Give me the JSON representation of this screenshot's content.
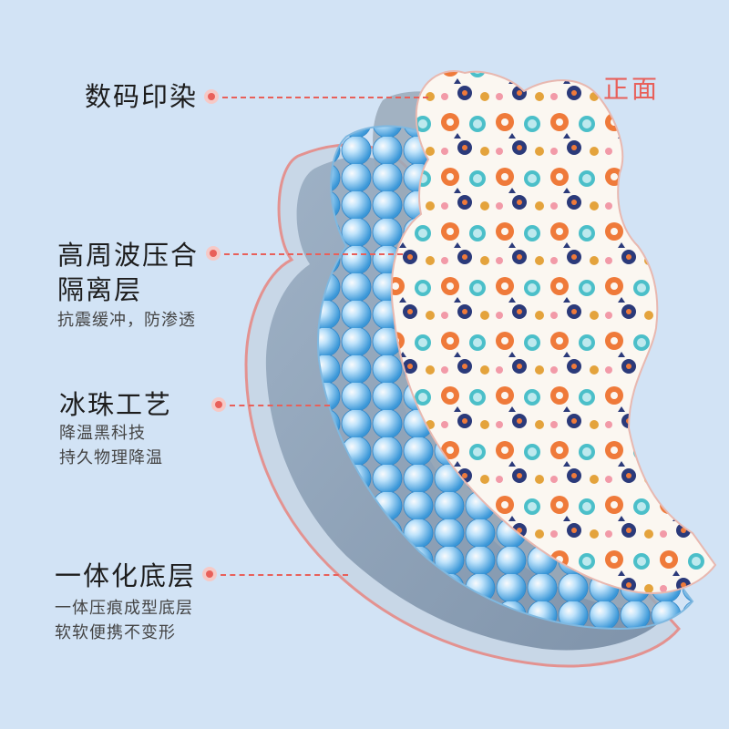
{
  "front_label": "正面",
  "layers": [
    {
      "title": "数码印染",
      "subtitle": []
    },
    {
      "title": "高周波压合",
      "title_line2": "隔离层",
      "subtitle": [
        "抗震缓冲，防渗透"
      ]
    },
    {
      "title": "冰珠工艺",
      "subtitle": [
        "降温黑科技",
        "持久物理降温"
      ]
    },
    {
      "title": "一体化底层",
      "subtitle": [
        "一体压痕成型底层",
        "软软便携不变形"
      ]
    }
  ],
  "colors": {
    "background": "#d2e3f5",
    "accent": "#e8605a",
    "base_layer": "#8aa0b8",
    "gel_beads": "#5fb3ea",
    "print_orange": "#ef7a3a",
    "print_navy": "#2b3a7a",
    "print_teal": "#4bbfc9"
  }
}
